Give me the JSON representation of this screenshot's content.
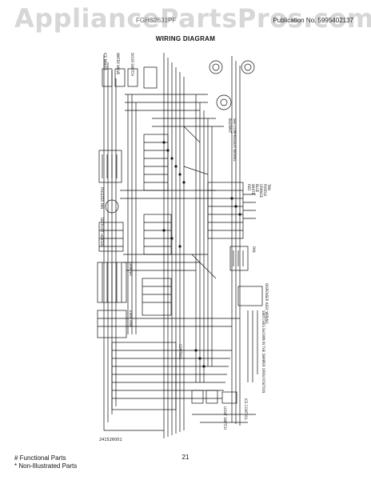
{
  "header": {
    "watermark": "AppliancePartsPros.com",
    "model": "FGHS2631PF",
    "publication": "Publication No. 5995402137",
    "title": "WIRING DIAGRAM"
  },
  "footer": {
    "functional_parts": "# Functional Parts",
    "non_illustrated": "* Non-Illustrated Parts",
    "page_number": "21"
  },
  "diagram": {
    "code": "241526001",
    "rotated_labels_left": [
      "ICE MAKER",
      "WATER VALVE",
      "DOOR SWITCH",
      "FREEZER FAN",
      "DEFROST HEATER",
      "DAMPER",
      "EVAP. FAN",
      "CONTROL"
    ],
    "rotated_labels_right": [
      "RED",
      "WHITE",
      "BLUE",
      "ORANGE",
      "PURPLE",
      "TAN",
      "BLK/WHT",
      "SEE COMPRESSOR WIRING",
      "FAN",
      "DISPENSER ASSY WIRING"
    ],
    "notes": [
      "SWITCHES SHOWN IN THE DAMPER OPEN POSITION",
      "ICE CONTROL",
      "LIGHT SWITCH"
    ]
  }
}
